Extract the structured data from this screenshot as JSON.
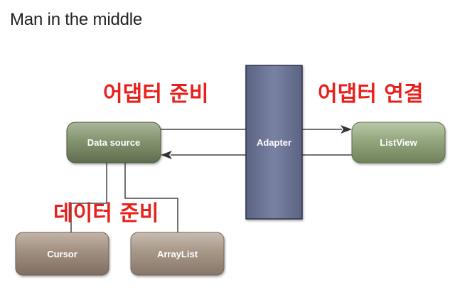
{
  "title": "Man in the middle",
  "nodes": {
    "data_source": "Data source",
    "adapter": "Adapter",
    "list_view": "ListView",
    "cursor": "Cursor",
    "array_list": "ArrayList"
  },
  "annotations": {
    "adapter_prepare": "어댑터 준비",
    "adapter_connect": "어댑터 연결",
    "data_prepare": "데이터 준비"
  },
  "colors": {
    "annotation": "#e8201c",
    "data_source_fill": "#7d8c6c",
    "listview_fill": "#8ea27a",
    "adapter_fill": "#6c7493",
    "cursor_fill": "#9b8a7c",
    "arraylist_fill": "#a29385",
    "connector": "#444444"
  },
  "icons": {
    "arrow_to_adapter": "arrow-right-icon",
    "arrow_to_listview": "arrow-right-icon",
    "arrow_to_datasource": "arrow-left-icon"
  }
}
